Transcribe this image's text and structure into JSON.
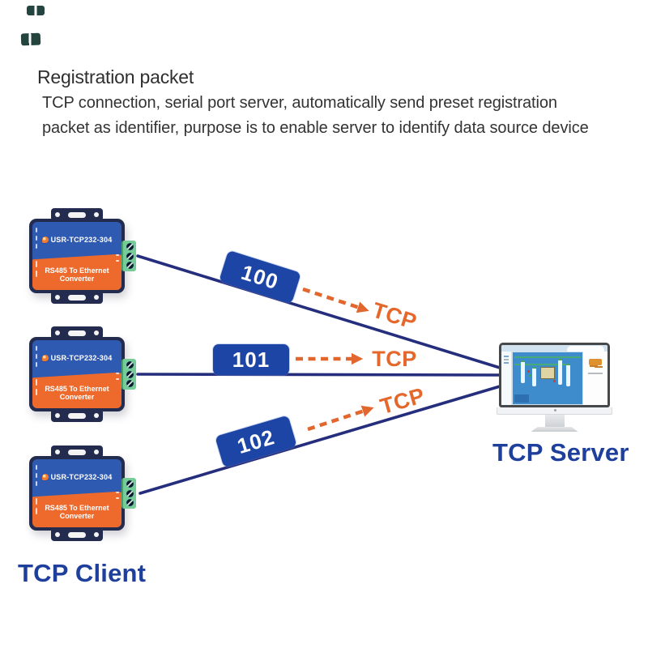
{
  "header": {
    "title": "Registration packet",
    "line1": "TCP connection, serial port server, automatically send preset registration",
    "line2": "packet as identifier, purpose is to enable server to identify data source device"
  },
  "device": {
    "model": "USR-TCP232-304",
    "product_line1": "RS485 To Ethernet",
    "product_line2": "Converter"
  },
  "packets": [
    {
      "id": "100"
    },
    {
      "id": "101"
    },
    {
      "id": "102"
    }
  ],
  "labels": {
    "protocol": "TCP",
    "client": "TCP Client",
    "server": "TCP Server"
  },
  "colors": {
    "wire_navy": "#252e7d",
    "badge_blue": "#1d45a5",
    "protocol_orange": "#e4672c",
    "role_label_blue": "#1e3f9c",
    "device_body_navy": "#232c4e",
    "device_face_blue": "#2e5ab2",
    "device_panel_orange": "#ee6a2c",
    "terminal_green": "#74cd96"
  }
}
